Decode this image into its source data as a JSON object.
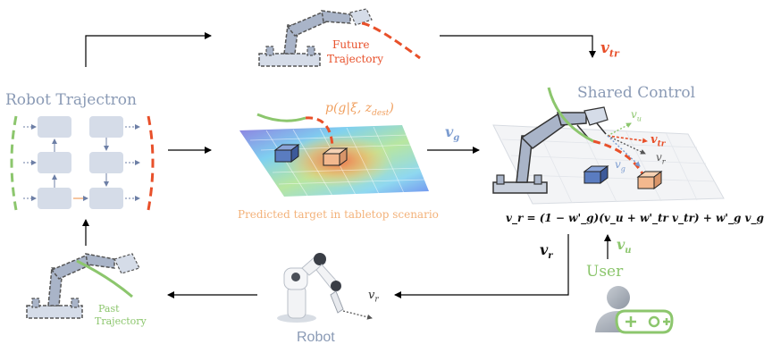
{
  "labels": {
    "robot_trajectron": "Robot Trajectron",
    "shared_control": "Shared Control",
    "future_trajectory_line1": "Future",
    "future_trajectory_line2": "Trajectory",
    "past_trajectory_line1": "Past",
    "past_trajectory_line2": "Trajectory",
    "predicted_target": "Predicted target in tabletop scenario",
    "user": "User",
    "robot": "Robot"
  },
  "math": {
    "v_tr_top": "v",
    "v_tr_top_sub": "tr",
    "p_expr": "p(g|ξ, z",
    "p_expr_sub": "dest",
    "p_expr_end": ")",
    "v_g_arrow": "v",
    "v_g_arrow_sub": "g",
    "v_u_scene": "v",
    "v_u_scene_sub": "u",
    "v_tr_scene": "v",
    "v_tr_scene_sub": "tr",
    "v_g_scene": "v",
    "v_g_scene_sub": "g",
    "v_r_scene": "v",
    "v_r_scene_sub": "r",
    "equation": "v_r = (1 − w'_g)(v_u + w'_tr v_tr) + w'_g v_g",
    "v_r_arrow": "v",
    "v_r_arrow_sub": "r",
    "v_u_arrow": "v",
    "v_u_arrow_sub": "u",
    "v_r_robot": "v",
    "v_r_robot_sub": "r"
  },
  "colors": {
    "orange_red": "#e8502a",
    "green": "#8cc66d",
    "peach": "#f3b27a",
    "slate": "#8a9ab5",
    "blue_text": "#7c9cd0",
    "gray_box": "#d5dce8",
    "robot_gray": "#a9b4c8"
  }
}
